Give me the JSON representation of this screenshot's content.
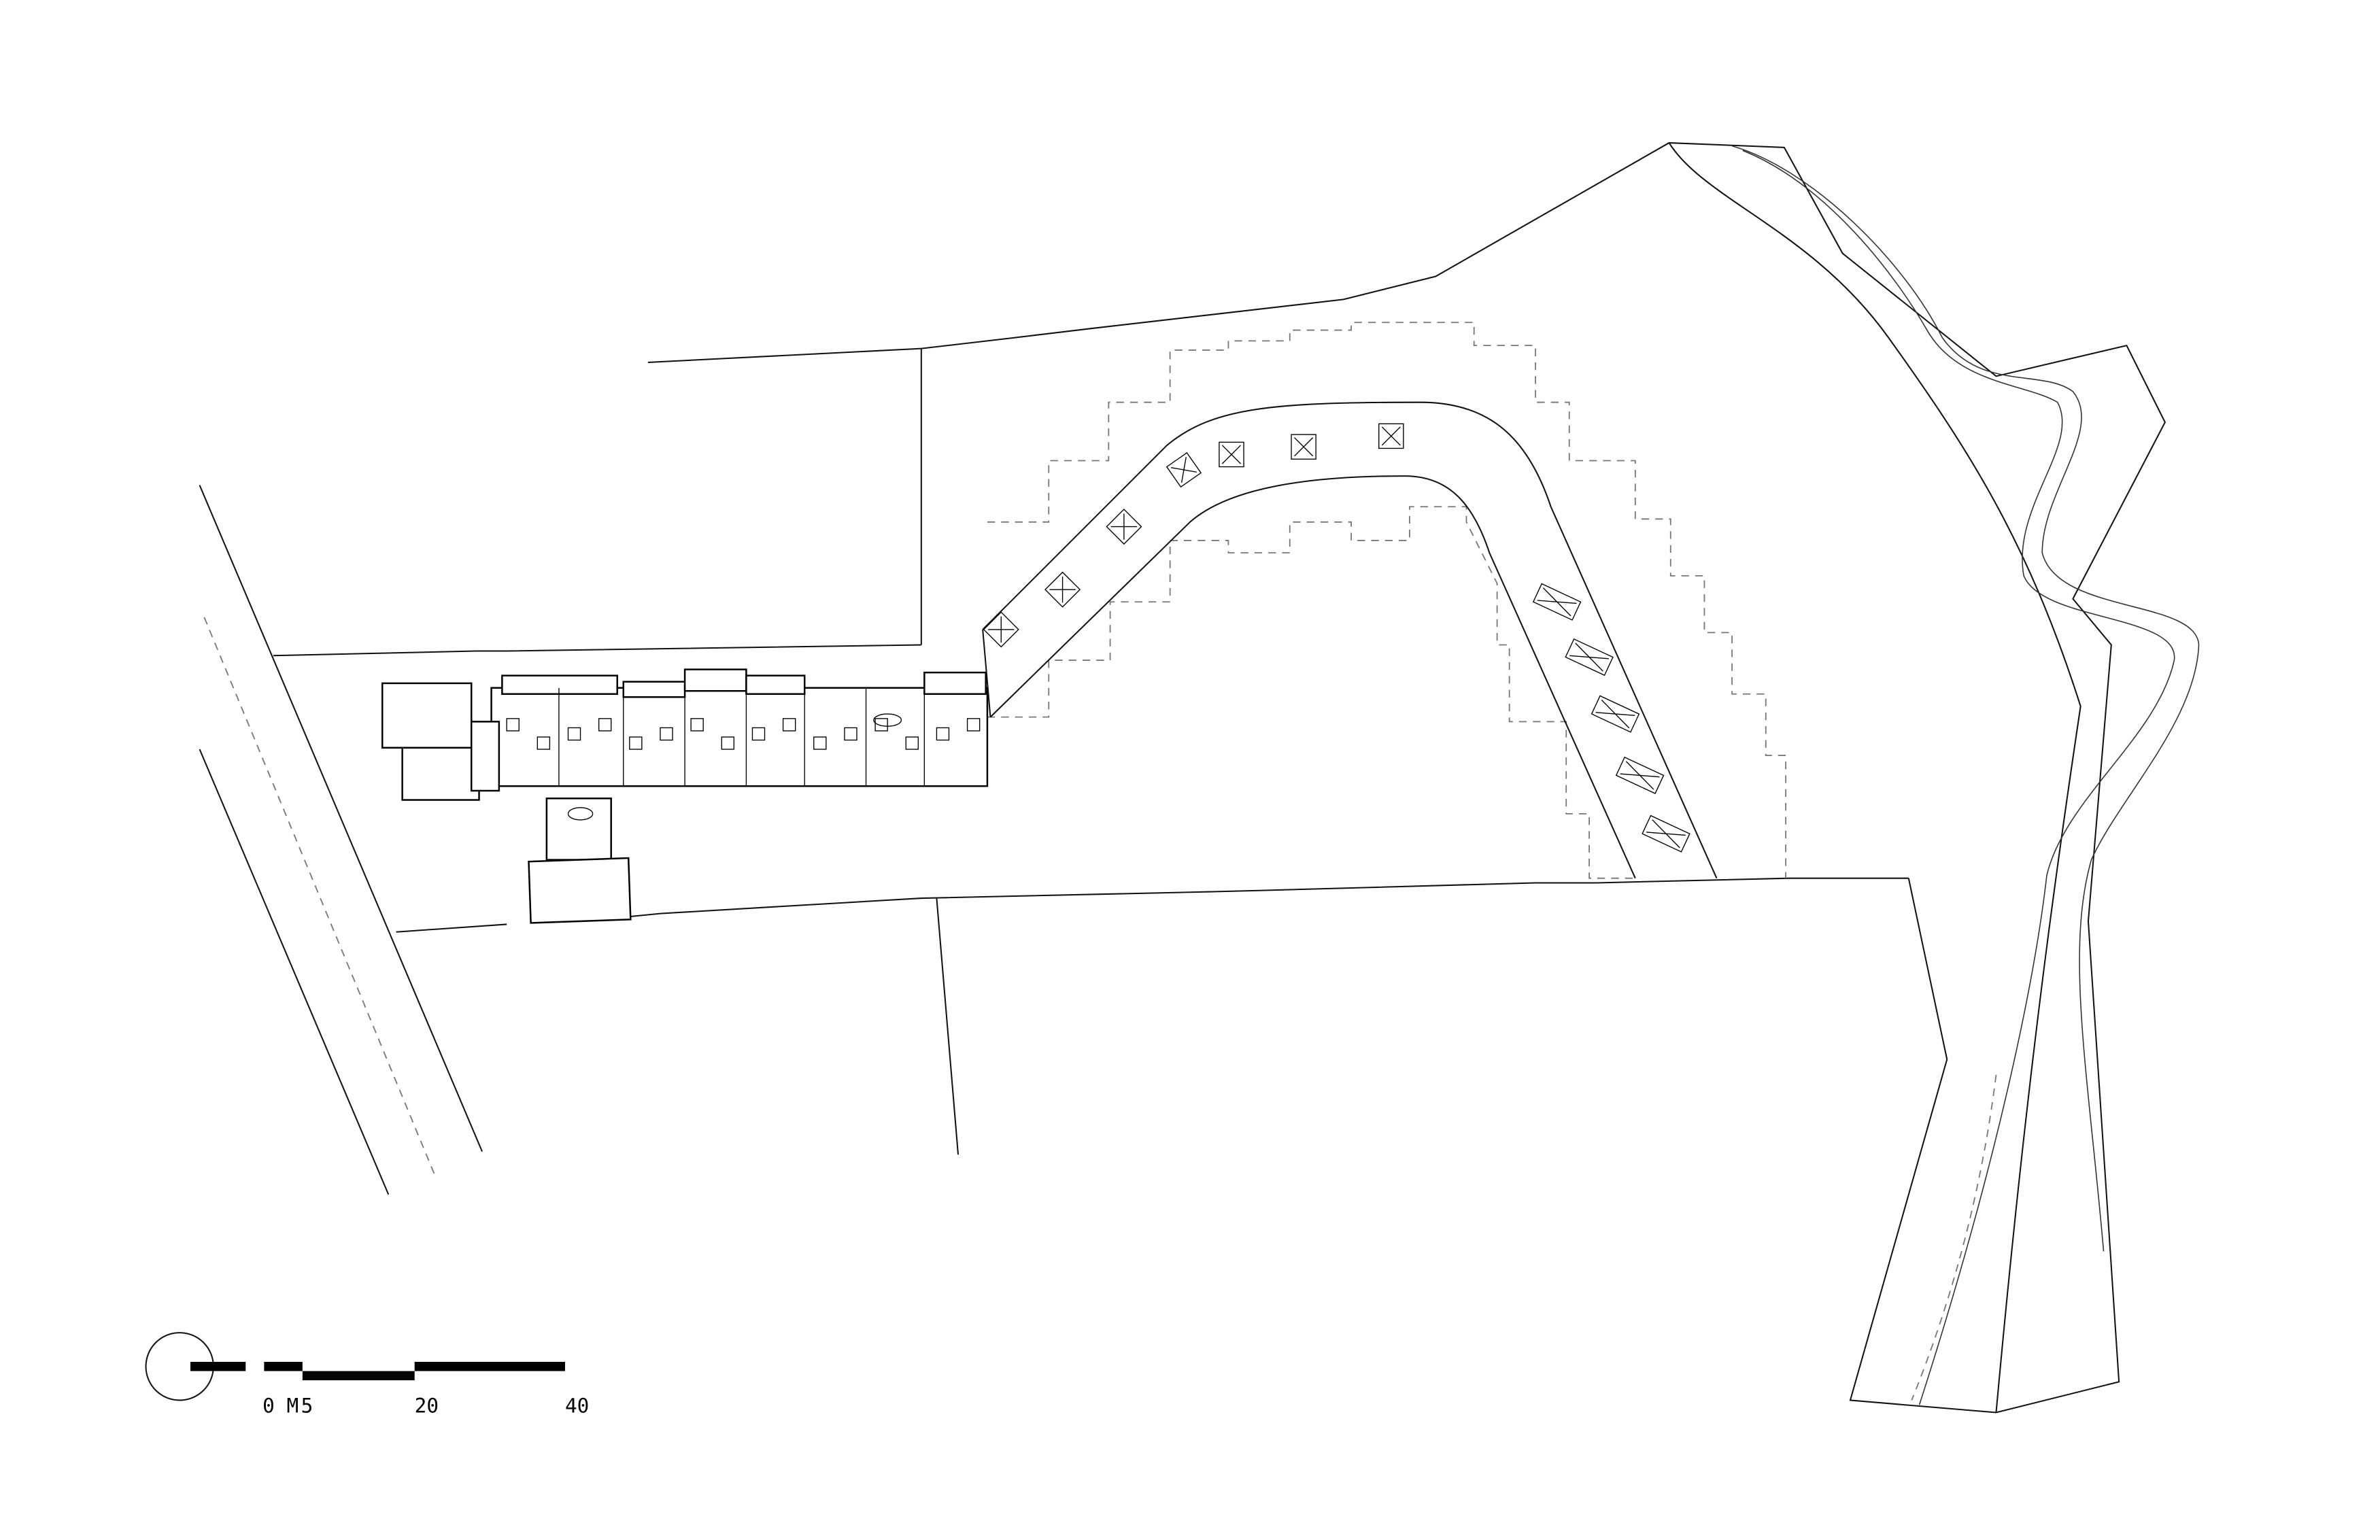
{
  "drawing": {
    "type": "site plan",
    "colors": {
      "line": "#111111",
      "dashed": "#777777",
      "background": "#ffffff"
    }
  },
  "scale_bar": {
    "unit_label": "0 M",
    "ticks": [
      "5",
      "20",
      "40"
    ]
  },
  "north_arrow": {
    "icon": "north-arrow-icon"
  }
}
